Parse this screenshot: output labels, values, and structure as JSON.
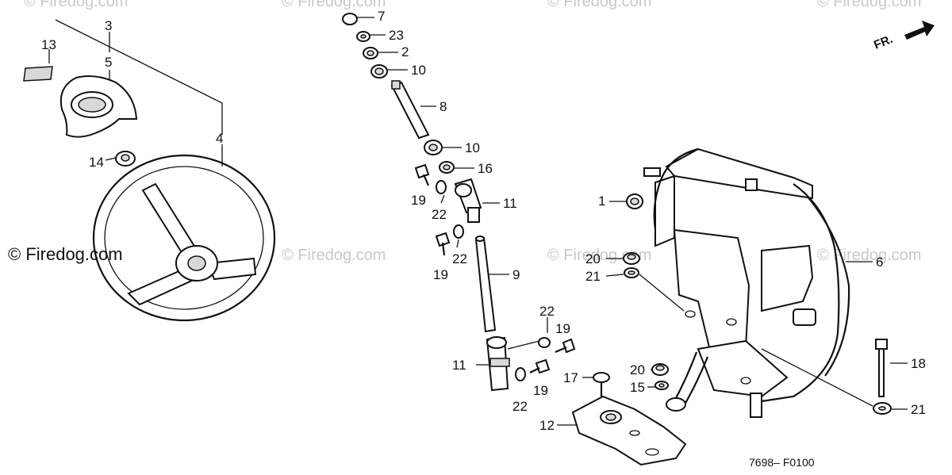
{
  "watermarks": {
    "main": "© Firedog.com",
    "repeat": "© Firedog.com"
  },
  "figure_code": "7698– F0100",
  "direction_indicator": "FR.",
  "callouts": {
    "p13": "13",
    "p3": "3",
    "p5": "5",
    "p4": "4",
    "p14": "14",
    "p7": "7",
    "p23": "23",
    "p2": "2",
    "p10a": "10",
    "p8": "8",
    "p10b": "10",
    "p19a": "19",
    "p16": "16",
    "p22a": "22",
    "p11a": "11",
    "p22b": "22",
    "p19b": "19",
    "p9": "9",
    "p22c": "22",
    "p19c": "19",
    "p11b": "11",
    "p22d": "22",
    "p19d": "19",
    "p17": "17",
    "p12": "12",
    "p1": "1",
    "p20a": "20",
    "p21a": "21",
    "p6": "6",
    "p20b": "20",
    "p15": "15",
    "p18": "18",
    "p21b": "21"
  }
}
